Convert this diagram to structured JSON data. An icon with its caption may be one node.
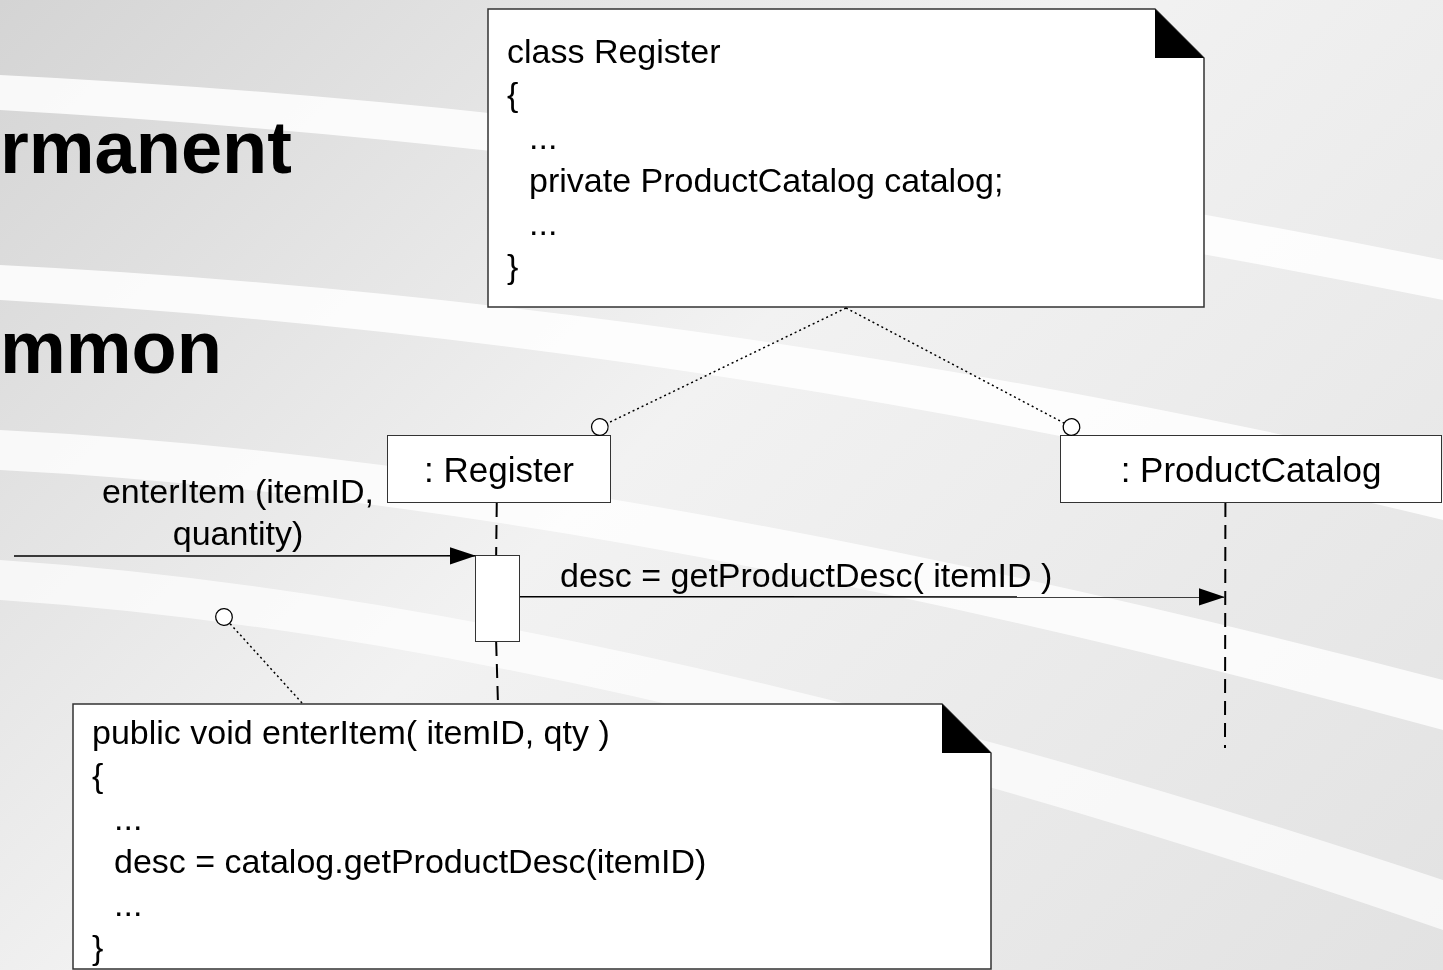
{
  "diagram": {
    "nodes": [
      {
        "text": [
          "class Register",
          "{",
          "...",
          "private ProductCatalog catalog;",
          "...",
          "}"
        ]
      },
      {
        "text": [
          ": Register"
        ]
      },
      {
        "text": [
          ": ProductCatalog"
        ]
      },
      {
        "text": [],
        "shape": "bar"
      },
      {
        "text": [
          "public void enterItem( itemID, qty )",
          "{",
          "...",
          "desc = catalog.getProductDesc(itemID)",
          "...",
          "}"
        ]
      }
    ],
    "edges": [
      {
        "from": 0,
        "to": 1,
        "arrow": "other",
        "style": "dashed"
      },
      {
        "from": 0,
        "to": 2,
        "arrow": "other",
        "style": "dashed"
      },
      {
        "from": 1,
        "to": 3,
        "arrow": "none",
        "style": "dashed"
      },
      {
        "from": 3,
        "to": 4,
        "arrow": "none",
        "style": "dashed"
      },
      {
        "from": 2,
        "to": null,
        "arrow": "none",
        "style": "dashed"
      },
      {
        "from": null,
        "to": 3,
        "arrow": "to",
        "label": "enterItem (itemID, quantity)"
      },
      {
        "from": 3,
        "to": null,
        "arrow": "to",
        "label": "desc = getProductDesc( itemID )"
      },
      {
        "from": 4,
        "to": null,
        "arrow": "other",
        "style": "dashed"
      }
    ],
    "labels": [
      "rmanent",
      "mmon"
    ]
  }
}
